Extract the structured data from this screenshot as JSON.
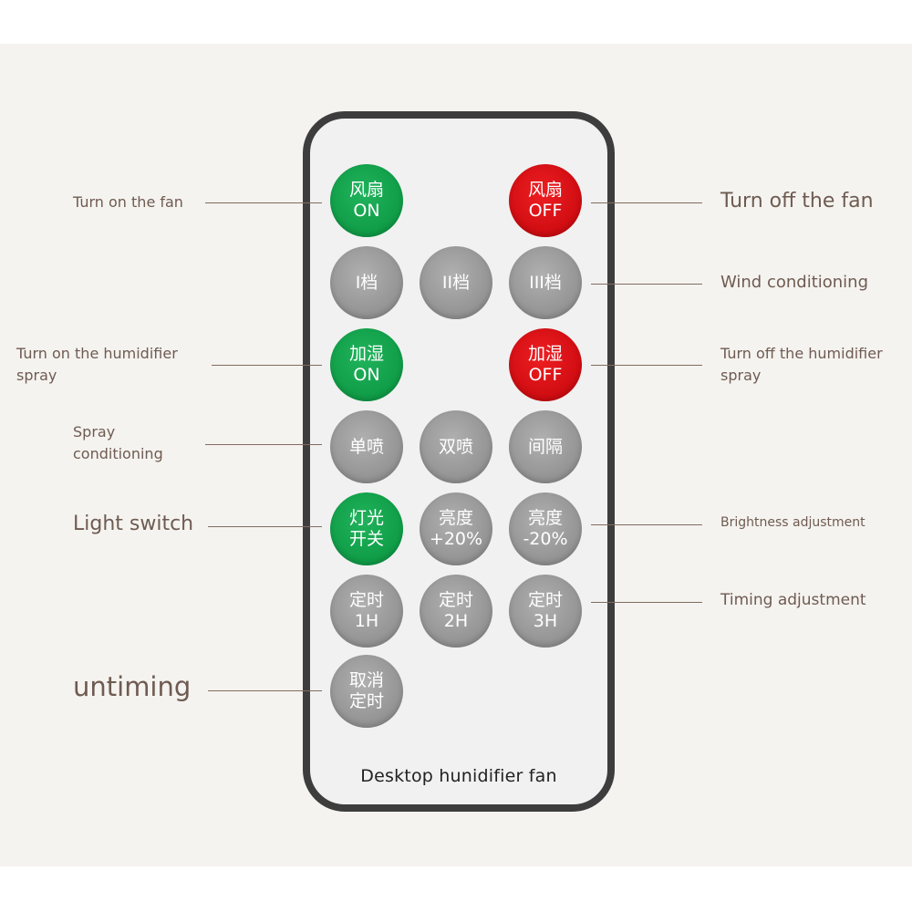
{
  "remote": {
    "label": "Desktop hunidifier fan",
    "buttons": {
      "fan_on": {
        "line1": "风扇",
        "line2": "ON"
      },
      "fan_off": {
        "line1": "风扇",
        "line2": "OFF"
      },
      "wind_1": {
        "line1": "I档"
      },
      "wind_2": {
        "line1": "II档"
      },
      "wind_3": {
        "line1": "III档"
      },
      "humid_on": {
        "line1": "加湿",
        "line2": "ON"
      },
      "humid_off": {
        "line1": "加湿",
        "line2": "OFF"
      },
      "spray_single": {
        "line1": "单喷"
      },
      "spray_double": {
        "line1": "双喷"
      },
      "spray_interval": {
        "line1": "间隔"
      },
      "light_switch": {
        "line1": "灯光",
        "line2": "开关"
      },
      "bright_up": {
        "line1": "亮度",
        "line2": "+20%"
      },
      "bright_down": {
        "line1": "亮度",
        "line2": "-20%"
      },
      "timer_1h": {
        "line1": "定时",
        "line2": "1H"
      },
      "timer_2h": {
        "line1": "定时",
        "line2": "2H"
      },
      "timer_3h": {
        "line1": "定时",
        "line2": "3H"
      },
      "cancel_timer": {
        "line1": "取消",
        "line2": "定时"
      }
    }
  },
  "annotations": {
    "turn_on_fan": "Turn on the fan",
    "turn_off_fan": "Turn off the fan",
    "wind_conditioning": "Wind conditioning",
    "humid_on_line1": "Turn on the humidifier",
    "humid_on_line2": "spray",
    "humid_off_line1": "Turn off the humidifier",
    "humid_off_line2": "spray",
    "spray_line1": "Spray",
    "spray_line2": "conditioning",
    "light_switch": "Light switch",
    "brightness_adjustment": "Brightness adjustment",
    "timing_adjustment": "Timing adjustment",
    "untiming": "untiming"
  },
  "colors": {
    "green": "#16a34f",
    "red": "#dd1418",
    "gray": "#9e9e9e",
    "annotation_text": "#6e5b52",
    "remote_border": "#3d3d3d"
  }
}
